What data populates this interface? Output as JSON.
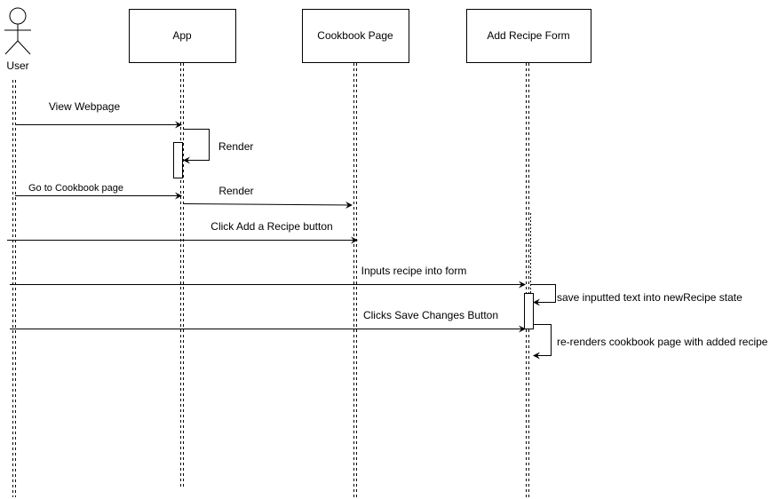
{
  "actor": {
    "label": "User"
  },
  "participants": {
    "app": "App",
    "cookbook": "Cookbook Page",
    "form": "Add Recipe Form"
  },
  "messages": {
    "view_webpage": "View Webpage",
    "render_1": "Render",
    "go_to_cookbook": "Go to Cookbook page",
    "render_2": "Render",
    "click_add_recipe": "Click Add a Recipe button",
    "inputs_recipe": "Inputs recipe into form",
    "save_inputted": "save inputted text into newRecipe state",
    "clicks_save": "Clicks Save Changes Button",
    "rerenders": "re-renders cookbook page with added recipe"
  },
  "colors": {
    "line": "#000000",
    "background": "#ffffff"
  }
}
